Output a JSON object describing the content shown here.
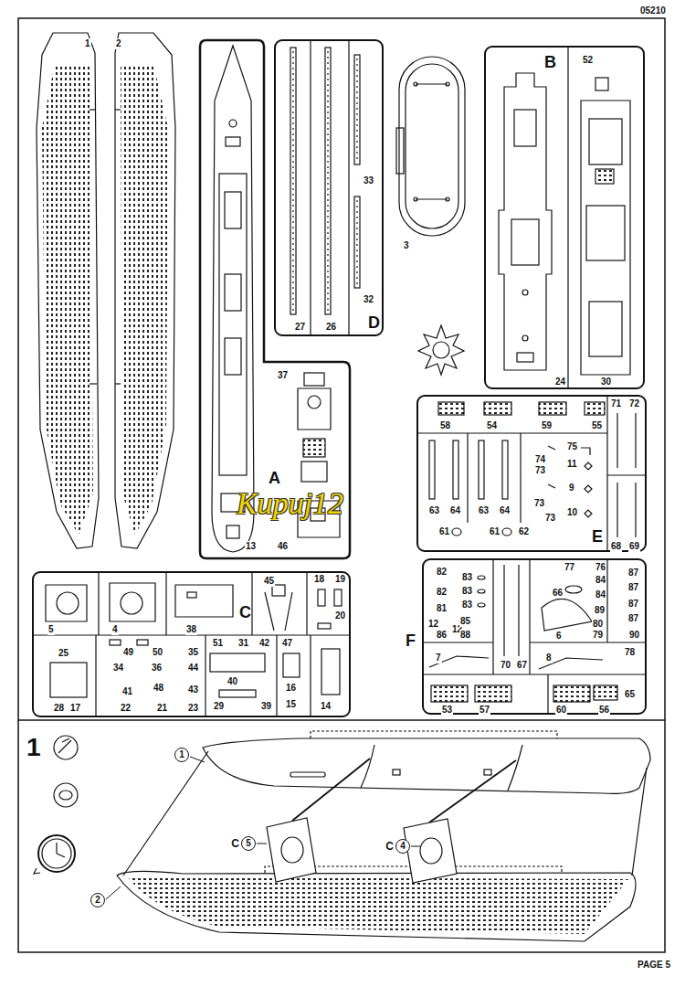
{
  "diagram": {
    "nodes": [
      {
        "text": [
          "A"
        ]
      },
      {
        "text": [
          "D"
        ]
      },
      {
        "text": [
          "B"
        ]
      },
      {
        "text": [
          "E"
        ]
      },
      {
        "text": [
          "C"
        ]
      },
      {
        "text": [
          "F"
        ]
      },
      {
        "text": [
          "1"
        ]
      },
      {
        "text": [
          "C",
          "5"
        ]
      },
      {
        "text": [
          "C",
          "4"
        ]
      },
      {
        "text": [
          "2"
        ]
      }
    ],
    "labels": [
      "05210",
      "1",
      "2",
      "37",
      "46",
      "13",
      "33",
      "32",
      "27",
      "26",
      "3",
      "52",
      "24",
      "30",
      "58",
      "54",
      "59",
      "55",
      "71",
      "72",
      "63",
      "64",
      "63",
      "64",
      "74",
      "73",
      "75",
      "11",
      "9",
      "10",
      "73",
      "73",
      "61",
      "61",
      "62",
      "68",
      "69",
      "5",
      "4",
      "38",
      "45",
      "18",
      "19",
      "20",
      "25",
      "49",
      "50",
      "35",
      "34",
      "36",
      "44",
      "41",
      "48",
      "43",
      "28",
      "17",
      "22",
      "21",
      "23",
      "51",
      "31",
      "42",
      "40",
      "29",
      "39",
      "47",
      "16",
      "15",
      "14",
      "82",
      "83",
      "82",
      "83",
      "83",
      "81",
      "12",
      "12",
      "86",
      "85",
      "88",
      "77",
      "76",
      "84",
      "84",
      "66",
      "89",
      "80",
      "79",
      "6",
      "87",
      "87",
      "87",
      "87",
      "90",
      "7",
      "70",
      "67",
      "8",
      "78",
      "65",
      "53",
      "57",
      "60",
      "56",
      "1",
      "Kupuj12",
      "PAGE 5"
    ]
  }
}
